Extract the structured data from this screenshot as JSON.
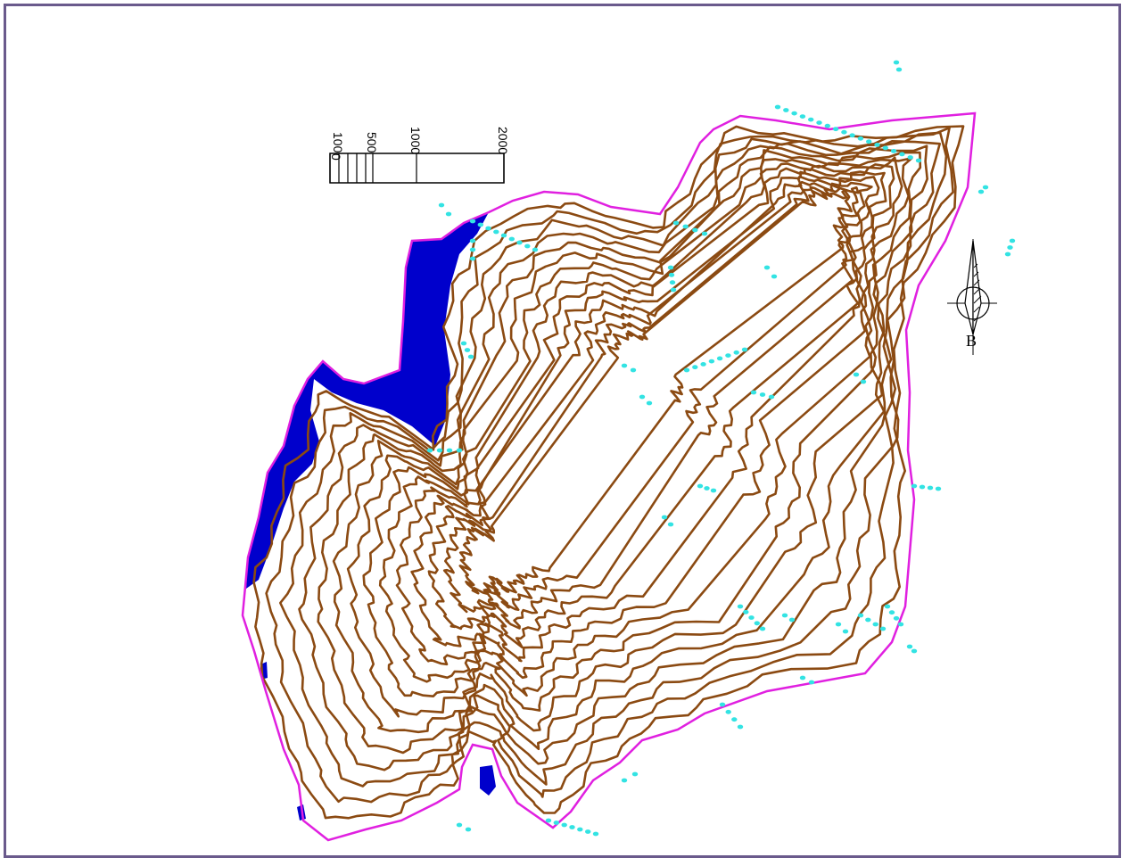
{
  "map": {
    "scale_bar": {
      "labels": [
        "0",
        "100",
        "500",
        "1000",
        "2000"
      ]
    },
    "north_arrow": {
      "label": "В"
    },
    "colors": {
      "boundary": "#e020e0",
      "contour": "#8b4a12",
      "water": "#0000cc",
      "streams": "#33e3e3",
      "frame": "#6a5a8c"
    }
  }
}
